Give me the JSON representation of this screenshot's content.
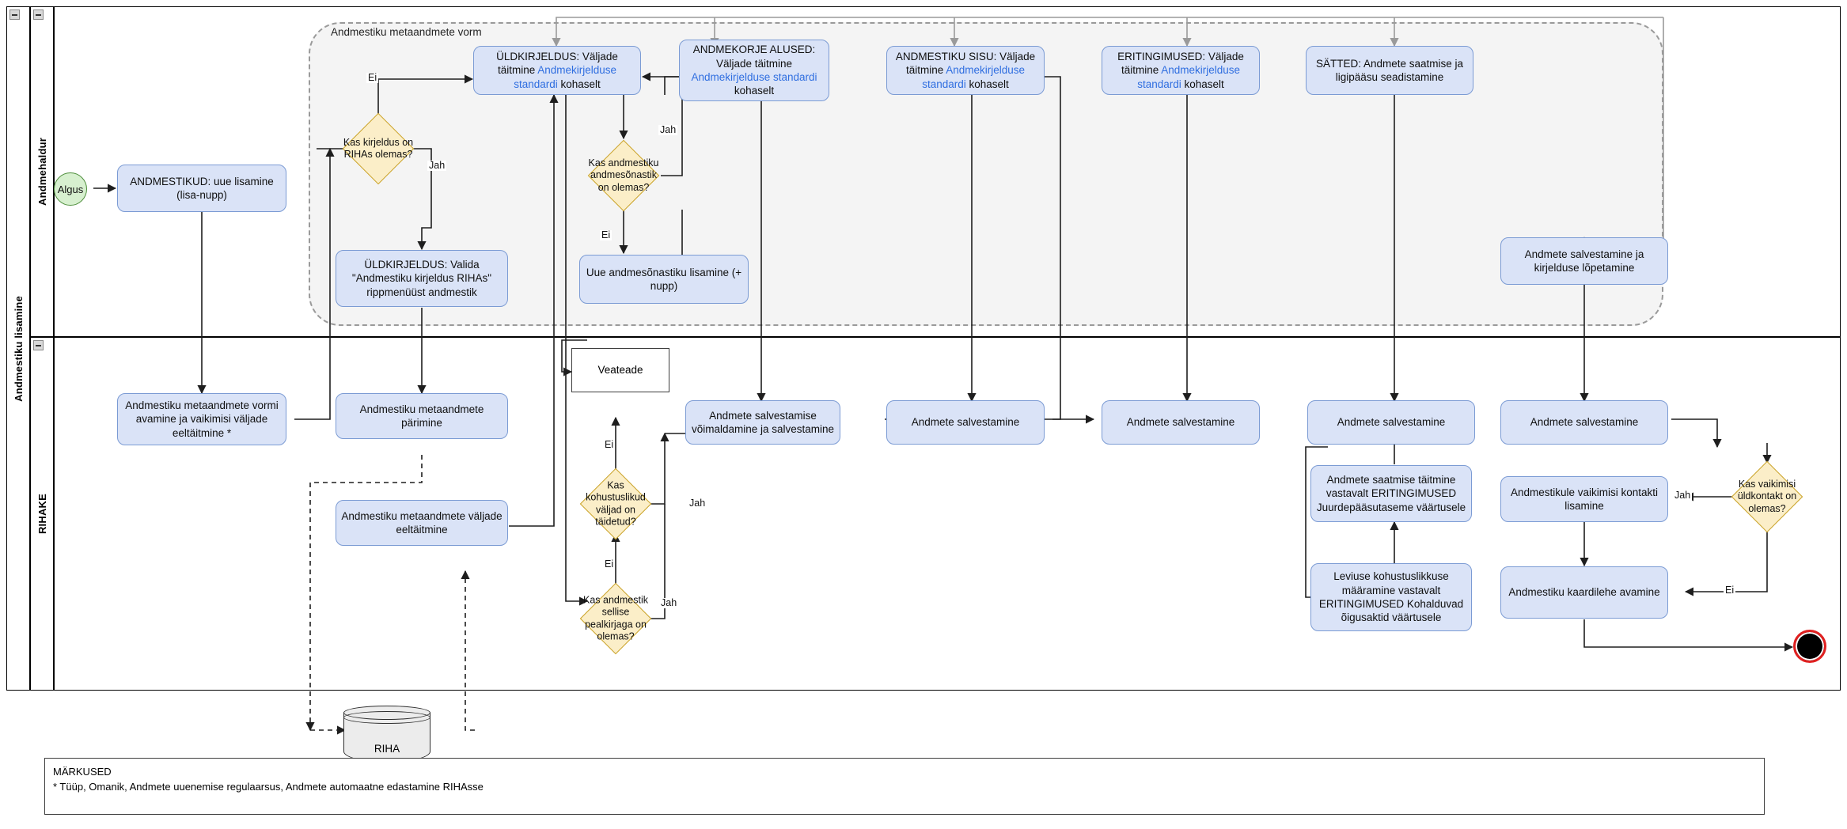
{
  "diagram": {
    "title": "Andmestiku lisamine",
    "pool_label": "Andmestiku lisamine",
    "lanes": [
      {
        "id": "andmehaldur",
        "label": "Andmehaldur"
      },
      {
        "id": "rihake",
        "label": "RIHAKE"
      }
    ],
    "group_label": "Andmestiku metaandmete vorm"
  },
  "events": {
    "start_label": "Algus",
    "end_label": ""
  },
  "datastore": {
    "label": "RIHA"
  },
  "tasks": {
    "t_andmestikud": "ANDMESTIKUD: uue lisamine (lisa-nupp)",
    "t_yldkirjeldus_valjad_pre": "ÜLDKIRJELDUS: Väljade täitmine ",
    "t_yldkirjeldus_link": "Andmekirjelduse standardi",
    "t_yldkirjeldus_post": " kohaselt",
    "t_andmekorje_pre": "ANDMEKORJE ALUSED: Väljade täitmine ",
    "t_andmekorje_link": "Andmekirjelduse standardi",
    "t_andmekorje_post": " kohaselt",
    "t_sisu_pre": "ANDMESTIKU SISU: Väljade täitmine ",
    "t_sisu_link": "Andmekirjelduse standardi",
    "t_sisu_post": " kohaselt",
    "t_eritingimused_pre": "ERITINGIMUSED: Väljade täitmine ",
    "t_eritingimused_link": "Andmekirjelduse standardi",
    "t_eritingimused_post": " kohaselt",
    "t_satted": "SÄTTED: Andmete saatmise ja ligipääsu seadistamine",
    "t_valida_rippmenyyst": "ÜLDKIRJELDUS: Valida \"Andmestiku kirjeldus RIHAs\" rippmenüüst andmestik",
    "t_uue_andmesonastiku": "Uue andmesõnastiku lisamine (+ nupp)",
    "t_salvestamine_lopetamine": "Andmete salvestamine ja kirjelduse lõpetamine",
    "t_vormi_avamine": "Andmestiku metaandmete vormi avamine ja vaikimisi väljade eeltäitmine *",
    "t_metaandmete_parimine": "Andmestiku metaandmete pärimine",
    "t_valjade_eeltaitmine": "Andmestiku metaandmete väljade eeltäitmine",
    "t_veateade": "Veateade",
    "t_salvestamise_voimaldamine": "Andmete salvestamise võimaldamine ja salvestamine",
    "t_salvestamine_1": "Andmete salvestamine",
    "t_salvestamine_2": "Andmete salvestamine",
    "t_salvestamine_3": "Andmete salvestamine",
    "t_salvestamine_4": "Andmete salvestamine",
    "t_saatmise_taitmine": "Andmete saatmise täitmine vastavalt ERITINGIMUSED Juurdepääsutaseme väärtusele",
    "t_leviuse_kohustuslikkus": "Leviuse kohustuslikkuse määramine vastavalt ERITINGIMUSED Kohalduvad õigusaktid väärtusele",
    "t_vaikimisi_kontakt": "Andmestikule vaikimisi kontakti lisamine",
    "t_kaardilehe_avamine": "Andmestiku kaardilehe avamine"
  },
  "gateways": {
    "g_kirjeldus_rihas": "Kas kirjeldus on RIHAs olemas?",
    "g_andmesonastik": "Kas andmestiku andmesõnastik on olemas?",
    "g_kohustuslikud": "Kas kohustuslikud väljad on täidetud?",
    "g_pealkiri": "Kas andmestik sellise pealkirjaga on olemas?",
    "g_yldkontakt": "Kas vaikimisi üldkontakt on olemas?"
  },
  "edge_labels": {
    "e1_ei": "Ei",
    "e1_jah": "Jah",
    "e2_jah": "Jah",
    "e2_ei": "Ei",
    "e3_ei": "Ei",
    "e3_jah": "Jah",
    "e4_ei": "Ei",
    "e4_jah": "Jah",
    "e5_jah": "Jah",
    "e5_ei": "Ei"
  },
  "notes": {
    "heading": "MÄRKUSED",
    "line": "* Tüüp, Omanik, Andmete uuenemise regulaarsus, Andmete automaatne edastamine RIHAsse"
  },
  "colors": {
    "task_fill": "#dae3f7",
    "task_stroke": "#7b9bd4",
    "gateway_fill": "#fbeec8",
    "gateway_stroke": "#c9a227",
    "start_fill": "#d7f0cf",
    "start_stroke": "#4f8f3d",
    "end_ring": "#e02020",
    "group_fill": "#f4f4f4",
    "link_text": "#2f6ee0",
    "edge": "#3d3d3d"
  }
}
